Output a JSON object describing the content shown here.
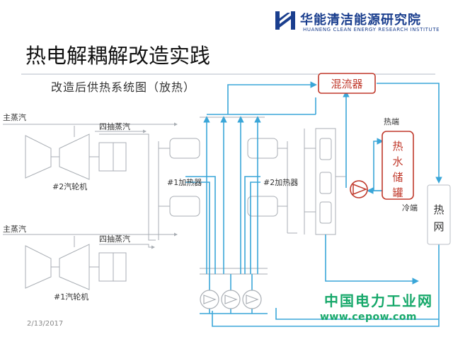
{
  "header": {
    "brand_name": "华能清洁能源研究院",
    "brand_sub": "HUANENG CLEAN ENERGY RESEARCH INSTITUTE",
    "slide_title": "热电解耦解改造实践"
  },
  "diagram": {
    "title": "改造后供热系统图（放热）",
    "labels": {
      "main_steam_top": "主蒸汽",
      "main_steam_bottom": "主蒸汽",
      "extraction_top": "四抽蒸汽",
      "extraction_bottom": "四抽蒸汽",
      "turbine_2": "#2汽轮机",
      "turbine_1": "#1汽轮机",
      "heater_1": "#1加热器",
      "heater_2": "#2加热器",
      "mixer": "混流器",
      "hot_end": "热端",
      "cold_end": "冷端",
      "tank_line1": "热",
      "tank_line2": "水",
      "tank_line3": "储",
      "tank_line4": "罐",
      "heat_net_line1": "热",
      "heat_net_line2": "网"
    },
    "colors": {
      "water_line": "#3aa6d8",
      "equipment_line": "#a9aeb4",
      "highlight_box": "#c0392b"
    }
  },
  "footer": {
    "date": "2/13/2017"
  },
  "watermark": {
    "cn": "中国电力工业网",
    "url": "www.cepow.com"
  }
}
